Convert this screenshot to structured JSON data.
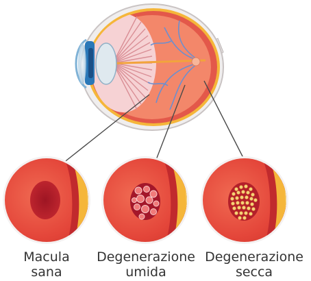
{
  "labels": {
    "healthy": {
      "line1": "Macula",
      "line2": "sana"
    },
    "wet": {
      "line1": "Degenerazione",
      "line2": "umida"
    },
    "dry": {
      "line1": "Degenerazione",
      "line2": "secca"
    }
  },
  "colors": {
    "sclera": "#f0eeee",
    "choroid": "#e3584a",
    "retina_interior": "#f3876a",
    "lens_fiber": "#f3c3c6",
    "iris_blue": "#2a78b8",
    "nerve": "#f2a43c",
    "macula_bg": "#e4463a",
    "macula_healthy": "#b81f2b",
    "yellow_layer": "#f5b63a",
    "drusen": "#f4d27a"
  },
  "icons": [
    "eye-cross-section-illustration",
    "macula-healthy-icon",
    "macula-wet-icon",
    "macula-dry-icon"
  ]
}
